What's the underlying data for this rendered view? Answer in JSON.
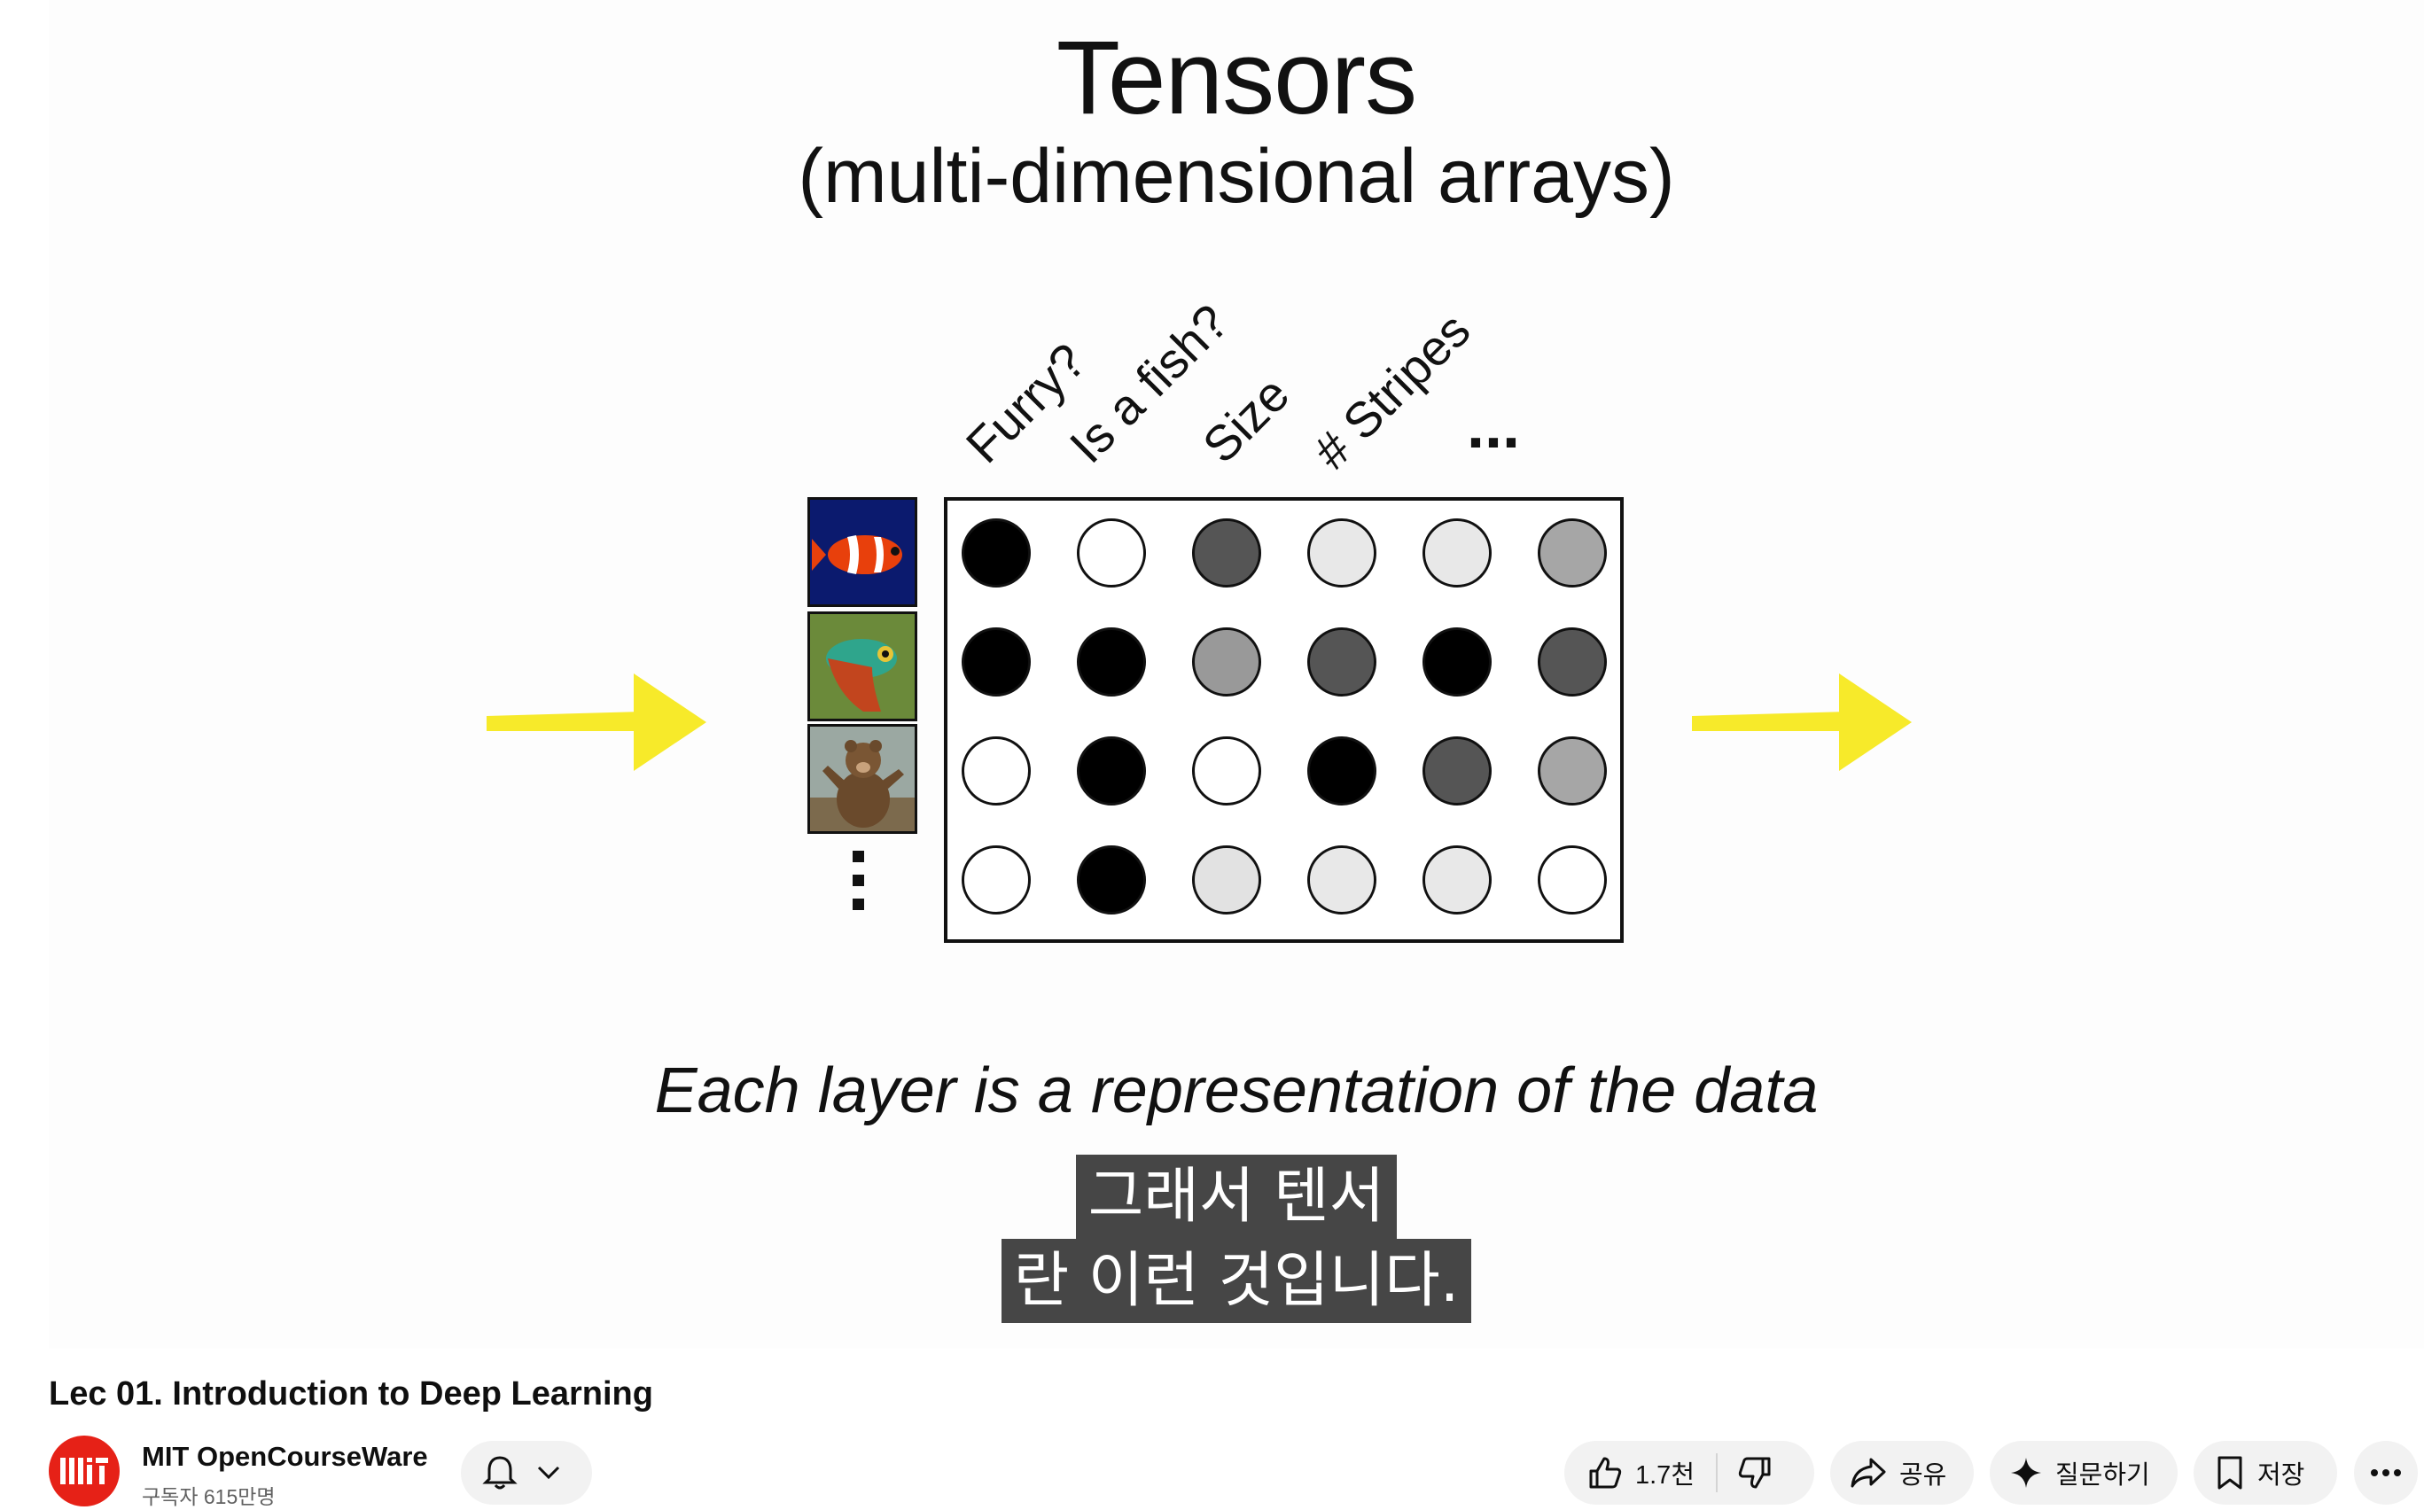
{
  "slide": {
    "title": "Tensors",
    "subtitle": "(multi-dimensional arrays)",
    "columns": [
      "Furry?",
      "Is a fish?",
      "Size",
      "# Stripes"
    ],
    "column_more": "...",
    "caption": "Each layer is a representation of the data",
    "matrix": [
      [
        "#000000",
        "#ffffff",
        "#555555",
        "#e8e8e8",
        "#e8e8e8",
        "#a6a6a6"
      ],
      [
        "#000000",
        "#000000",
        "#999999",
        "#555555",
        "#000000",
        "#555555"
      ],
      [
        "#ffffff",
        "#000000",
        "#ffffff",
        "#000000",
        "#555555",
        "#a6a6a6"
      ],
      [
        "#ffffff",
        "#000000",
        "#e2e2e2",
        "#e8e8e8",
        "#e8e8e8",
        "#ffffff"
      ]
    ],
    "arrow_color": "#f7ea2a"
  },
  "subtitles": {
    "line1": "그래서 텐서",
    "line2": "란 이런 것입니다."
  },
  "video": {
    "title": "Lec 01. Introduction to Deep Learning"
  },
  "channel": {
    "name": "MIT OpenCourseWare",
    "subscribers": "구독자 615만명",
    "logo_color": "#e62117"
  },
  "actions": {
    "likes": "1.7천",
    "share": "공유",
    "ask": "질문하기",
    "save": "저장"
  }
}
